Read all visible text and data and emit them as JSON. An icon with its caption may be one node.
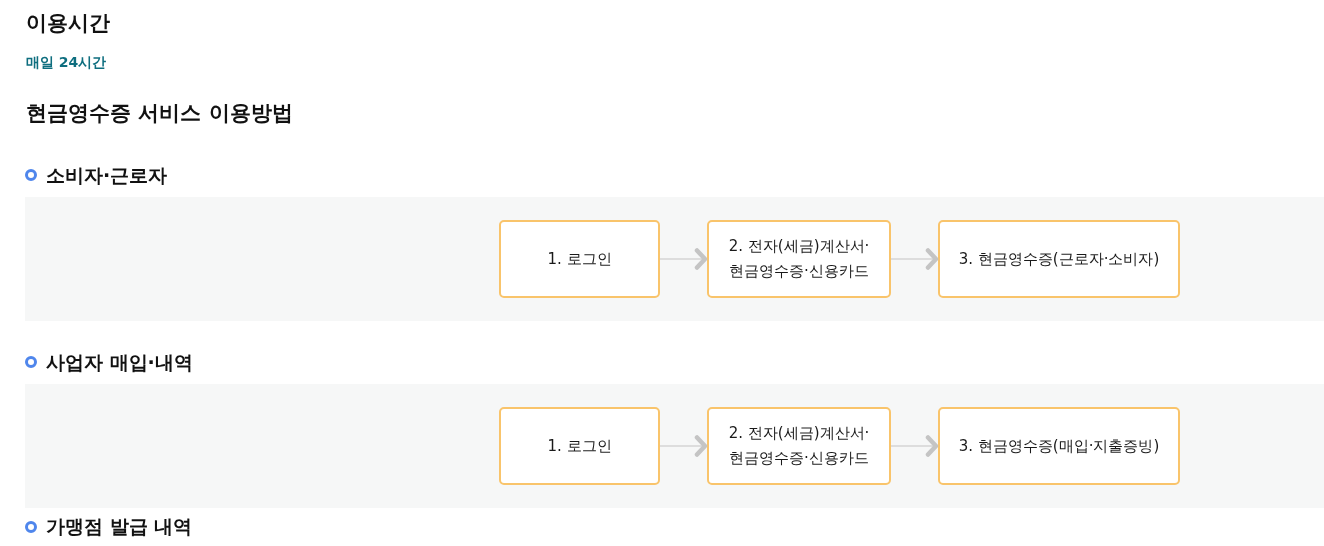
{
  "diagram": {
    "title": "현금영수증 서비스 이용방법",
    "nodes": [
      {
        "text": [
          "소비자·근로자"
        ]
      },
      {
        "text": [
          "1. 로그인"
        ],
        "in": 0
      },
      {
        "text": [
          "2. 전자(세금)계산서· 현금영수증·신용카드"
        ],
        "in": 0
      },
      {
        "text": [
          "3. 현금영수증(근로자·소비자)"
        ],
        "in": 0
      },
      {
        "text": [
          "사업자 매입·내역"
        ]
      },
      {
        "text": [
          "1. 로그인"
        ],
        "in": 4
      },
      {
        "text": [
          "2. 전자(세금)계산서· 현금영수증·신용카드"
        ],
        "in": 4
      },
      {
        "text": [
          "3. 현금영수증(매입·지출증빙)"
        ],
        "in": 4
      }
    ],
    "edges": [
      {
        "from": 1,
        "to": 2,
        "arrow": "to"
      },
      {
        "from": 2,
        "to": 3,
        "arrow": "to"
      },
      {
        "from": 5,
        "to": 6,
        "arrow": "to"
      },
      {
        "from": 6,
        "to": 7,
        "arrow": "to"
      }
    ],
    "labels": [
      "이용시간",
      "매일 24시간",
      "가맹점 발급 내역"
    ]
  }
}
